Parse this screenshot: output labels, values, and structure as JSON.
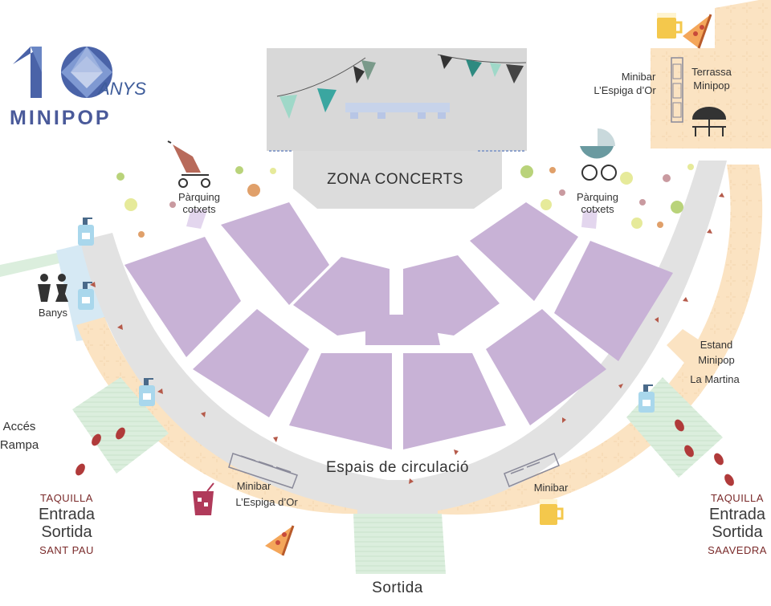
{
  "logo": {
    "number": "10",
    "anys": "ANYS",
    "word": "MINIPOP"
  },
  "zones": {
    "concerts": "Zona Concerts",
    "circulation": "Espais de circulació",
    "exit_bottom": "Sortida",
    "stage_label": "ZONA CONCERTS"
  },
  "labels": {
    "parking_left_1": "Pàrquing",
    "parking_left_2": "cotxets",
    "parking_right_1": "Pàrquing",
    "parking_right_2": "cotxets",
    "toilets": "Banys",
    "access_1": "Accés",
    "access_2": "Rampa",
    "minibar_top_1": "Minibar",
    "minibar_top_2": "L’Espiga d’Or",
    "terrace_1": "Terrassa",
    "terrace_2": "Minipop",
    "stand_1": "Estand",
    "stand_2": "Minipop",
    "la_martina": "La Martina",
    "minibar_left_1": "Minibar",
    "minibar_left_2": "L’Espiga d’Or",
    "minibar_right": "Minibar"
  },
  "entrances": {
    "left": {
      "taquilla": "Taquilla",
      "line1": "Entrada",
      "line2": "Sortida",
      "street": "Sant Pau"
    },
    "right": {
      "taquilla": "Taquilla",
      "line1": "Entrada",
      "line2": "Sortida",
      "street": "Saavedra"
    }
  },
  "colors": {
    "seating": "#c8b2d6",
    "walkway": "#e2e2e2",
    "food_zone": "#fbe3c2",
    "entrance_green": "#dbeedd",
    "toilet_blue": "#d6e9f4",
    "stage": "#d8d8d8",
    "text_maroon": "#7a2a2a",
    "logo_blue": "#3e5c9a"
  },
  "icons": [
    "hand-sanitizer-icon",
    "stroller-icon",
    "beer-icon",
    "pizza-icon",
    "drink-icon",
    "footprints-icon",
    "toilet-icon",
    "parasol-table-icon",
    "bunting-flags-icon"
  ]
}
